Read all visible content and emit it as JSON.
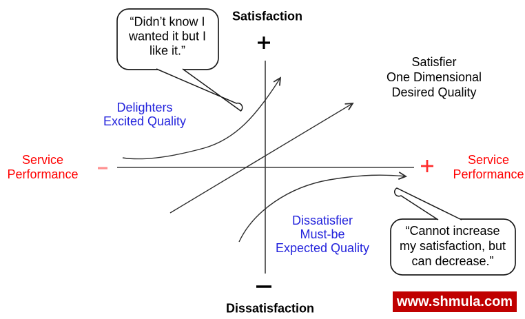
{
  "titles": {
    "top": "Satisfaction",
    "bottom": "Dissatisfaction"
  },
  "axis_labels": {
    "left": {
      "line1": "Service",
      "line2": "Performance"
    },
    "right": {
      "line1": "Service",
      "line2": "Performance"
    }
  },
  "symbols": {
    "plus_top": "+",
    "minus_bottom": "–",
    "plus_right": "+",
    "minus_left": "–"
  },
  "quadrant_labels": {
    "delighters": {
      "line1": "Delighters",
      "line2": "Excited Quality"
    },
    "satisfier": {
      "line1": "Satisfier",
      "line2": "One Dimensional",
      "line3": "Desired Quality"
    },
    "dissatisfier": {
      "line1": "Dissatisfier",
      "line2": "Must-be",
      "line3": "Expected Quality"
    }
  },
  "speech_bubbles": {
    "delighter_quote": {
      "line1": "“Didn’t know I",
      "line2": "wanted it but I",
      "line3": "like it.”"
    },
    "dissatisfier_quote": {
      "line1": "“Cannot increase",
      "line2": "my satisfaction, but",
      "line3": "can decrease.”"
    }
  },
  "watermark": {
    "text": "www.shmula.com"
  },
  "colors": {
    "label_blue": "#2323dc",
    "label_red": "#ff0000",
    "plus_right_red": "#ff2d2d",
    "minus_left_pink": "#ff9090",
    "axis_line": "#3c3c3c",
    "curve_line": "#2e2e2e",
    "watermark_bg": "#c00000",
    "watermark_text": "#ffffff"
  }
}
